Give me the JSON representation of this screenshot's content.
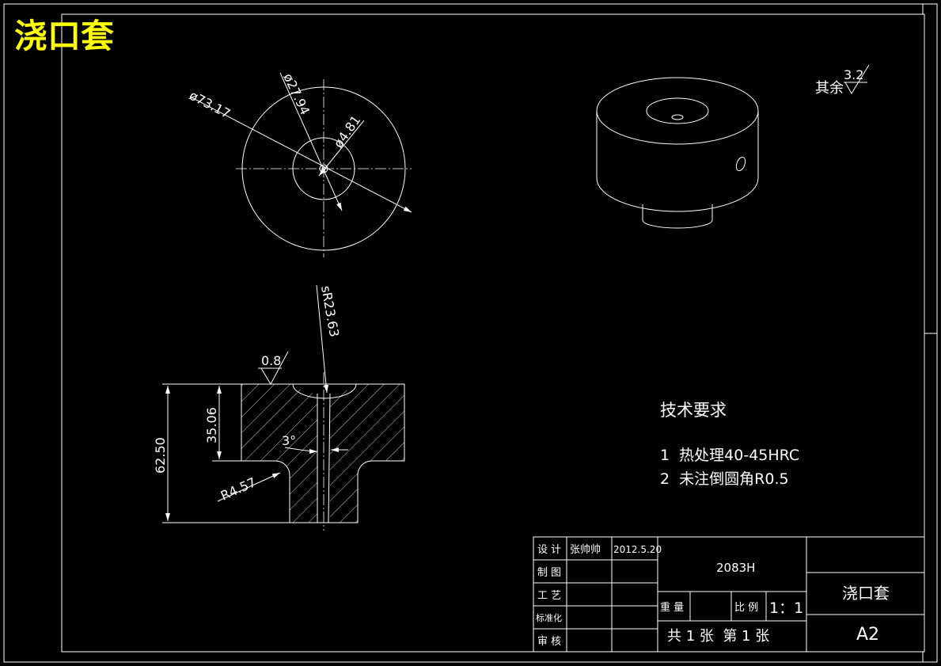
{
  "drawing_title": "浇口套",
  "colors": {
    "background": "#000000",
    "lines": "#ffffff",
    "title": "#ffff00"
  },
  "top_view": {
    "dim_outer": "ø73.17",
    "dim_middle": "ø27.94",
    "dim_inner": "ø4.81"
  },
  "section_view": {
    "dim_sphere": "sR23.63",
    "dim_roughness": "0.8",
    "dim_total_height": "62.50",
    "dim_head_height": "35.06",
    "dim_fillet": "R4.57",
    "dim_angle": "3°"
  },
  "roughness_note": {
    "prefix": "其余",
    "value": "3.2"
  },
  "tech_requirements": {
    "heading": "技术要求",
    "items": [
      "1  热处理40-45HRC",
      "2  未注倒圆角R0.5"
    ]
  },
  "title_block": {
    "roles": [
      "设 计",
      "制 图",
      "工 艺",
      "标准化",
      "审 核"
    ],
    "designer": "张帅帅",
    "date": "2012.5.20",
    "code": "2083H",
    "weight_label": "重 量",
    "scale_label": "比 例",
    "scale_value": "1：1",
    "sheets": "共 1 张  第 1 张",
    "part_name": "浇口套",
    "paper_size": "A2"
  }
}
